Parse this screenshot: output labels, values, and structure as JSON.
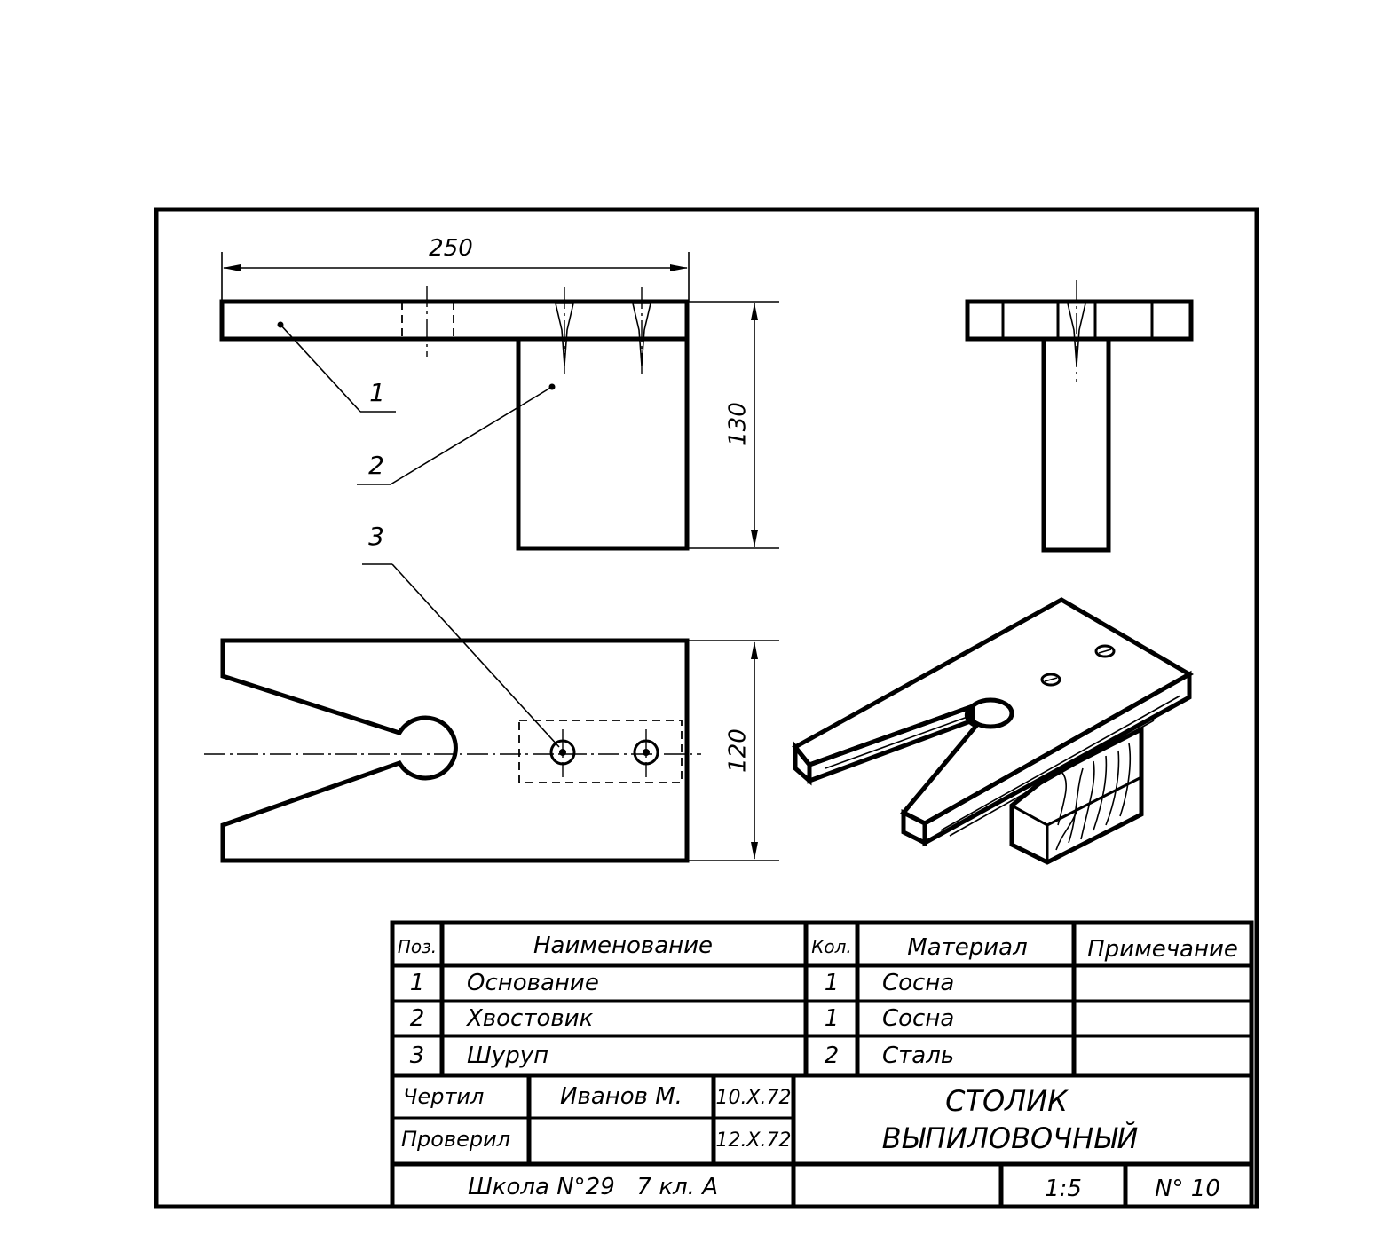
{
  "dimensions": {
    "length": "250",
    "height": "130",
    "width": "120"
  },
  "leaders": {
    "p1": "1",
    "p2": "2",
    "p3": "3"
  },
  "parts_table": {
    "headers": {
      "pos": "Поз.",
      "name": "Наименование",
      "qty": "Кол.",
      "material": "Материал",
      "note": "Примечание"
    },
    "rows": [
      {
        "pos": "1",
        "name": "Основание",
        "qty": "1",
        "material": "Сосна",
        "note": ""
      },
      {
        "pos": "2",
        "name": "Хвостовик",
        "qty": "1",
        "material": "Сосна",
        "note": ""
      },
      {
        "pos": "3",
        "name": "Шуруп",
        "qty": "2",
        "material": "Сталь",
        "note": ""
      }
    ]
  },
  "title_block": {
    "drawn_label": "Чертил",
    "drawn_by": "Иванов М.",
    "drawn_date": "10.X.72",
    "checked_label": "Проверил",
    "checked_by": "",
    "checked_date": "12.X.72",
    "title_line1": "СТОЛИК",
    "title_line2": "ВЫПИЛОВОЧНЫЙ",
    "school": "Школа N°29   7 кл. А",
    "scale": "1:5",
    "sheet_number": "N° 10"
  }
}
